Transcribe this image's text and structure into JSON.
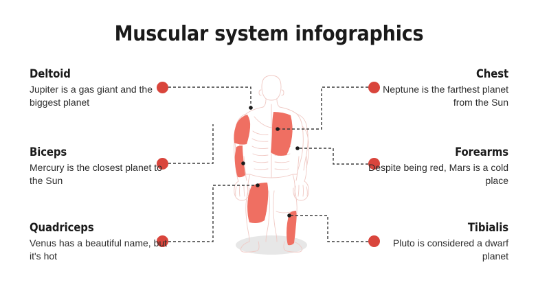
{
  "slide": {
    "title": "Muscular system infographics",
    "background_color": "#ffffff",
    "accent_color": "#d9453c",
    "muscle_highlight_color": "#ef6f62",
    "body_outline_color": "#f0c9c4",
    "shadow_color": "#e7e7e7",
    "connector_color": "#3a3a3a"
  },
  "items": {
    "deltoid": {
      "heading": "Deltoid",
      "body": "Jupiter is a gas giant and the biggest planet",
      "side": "left"
    },
    "biceps": {
      "heading": "Biceps",
      "body": "Mercury is the closest planet to the Sun",
      "side": "left"
    },
    "quadriceps": {
      "heading": "Quadriceps",
      "body": "Venus has a beautiful name, but it's hot",
      "side": "left"
    },
    "chest": {
      "heading": "Chest",
      "body": "Neptune is the farthest planet from the Sun",
      "side": "right"
    },
    "forearms": {
      "heading": "Forearms",
      "body": "Despite being red, Mars is a cold place",
      "side": "right"
    },
    "tibialis": {
      "heading": "Tibialis",
      "body": "Pluto is considered a dwarf planet",
      "side": "right"
    }
  },
  "diagram": {
    "name": "human-body-anterior-figure",
    "highlighted_muscles": [
      "deltoid",
      "biceps",
      "chest",
      "quadriceps",
      "tibialis"
    ]
  }
}
